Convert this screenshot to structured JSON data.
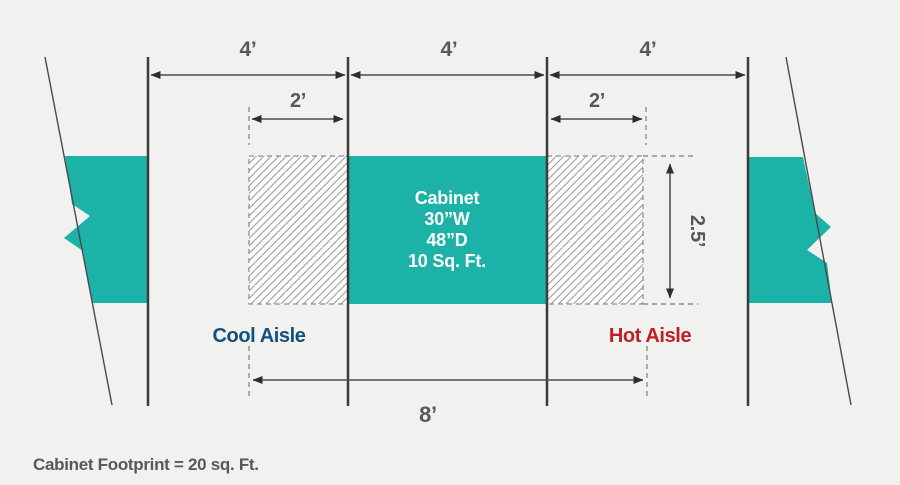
{
  "colors": {
    "bg": "#f1f1ef",
    "teal": "#1cb2a7",
    "cool": "#15507c",
    "hot": "#bf2026",
    "ink": "#57585a",
    "line": "#3b3b3b",
    "dim": "#4c4c4c"
  },
  "diagram": {
    "top_dimensions": {
      "seg1": "4’",
      "seg2": "4’",
      "seg3": "4’"
    },
    "clearance_dimensions": {
      "left": "2’",
      "right": "2’"
    },
    "cabinet": {
      "line1": "Cabinet",
      "line2": "30”W",
      "line3": "48”D",
      "line4": "10 Sq. Ft."
    },
    "cabinet_width_dimension": "2.5’",
    "aisle_span_dimension": "8’",
    "cool_aisle_label": "Cool Aisle",
    "hot_aisle_label": "Hot Aisle"
  },
  "caption": "Cabinet Footprint = 20 sq. Ft."
}
